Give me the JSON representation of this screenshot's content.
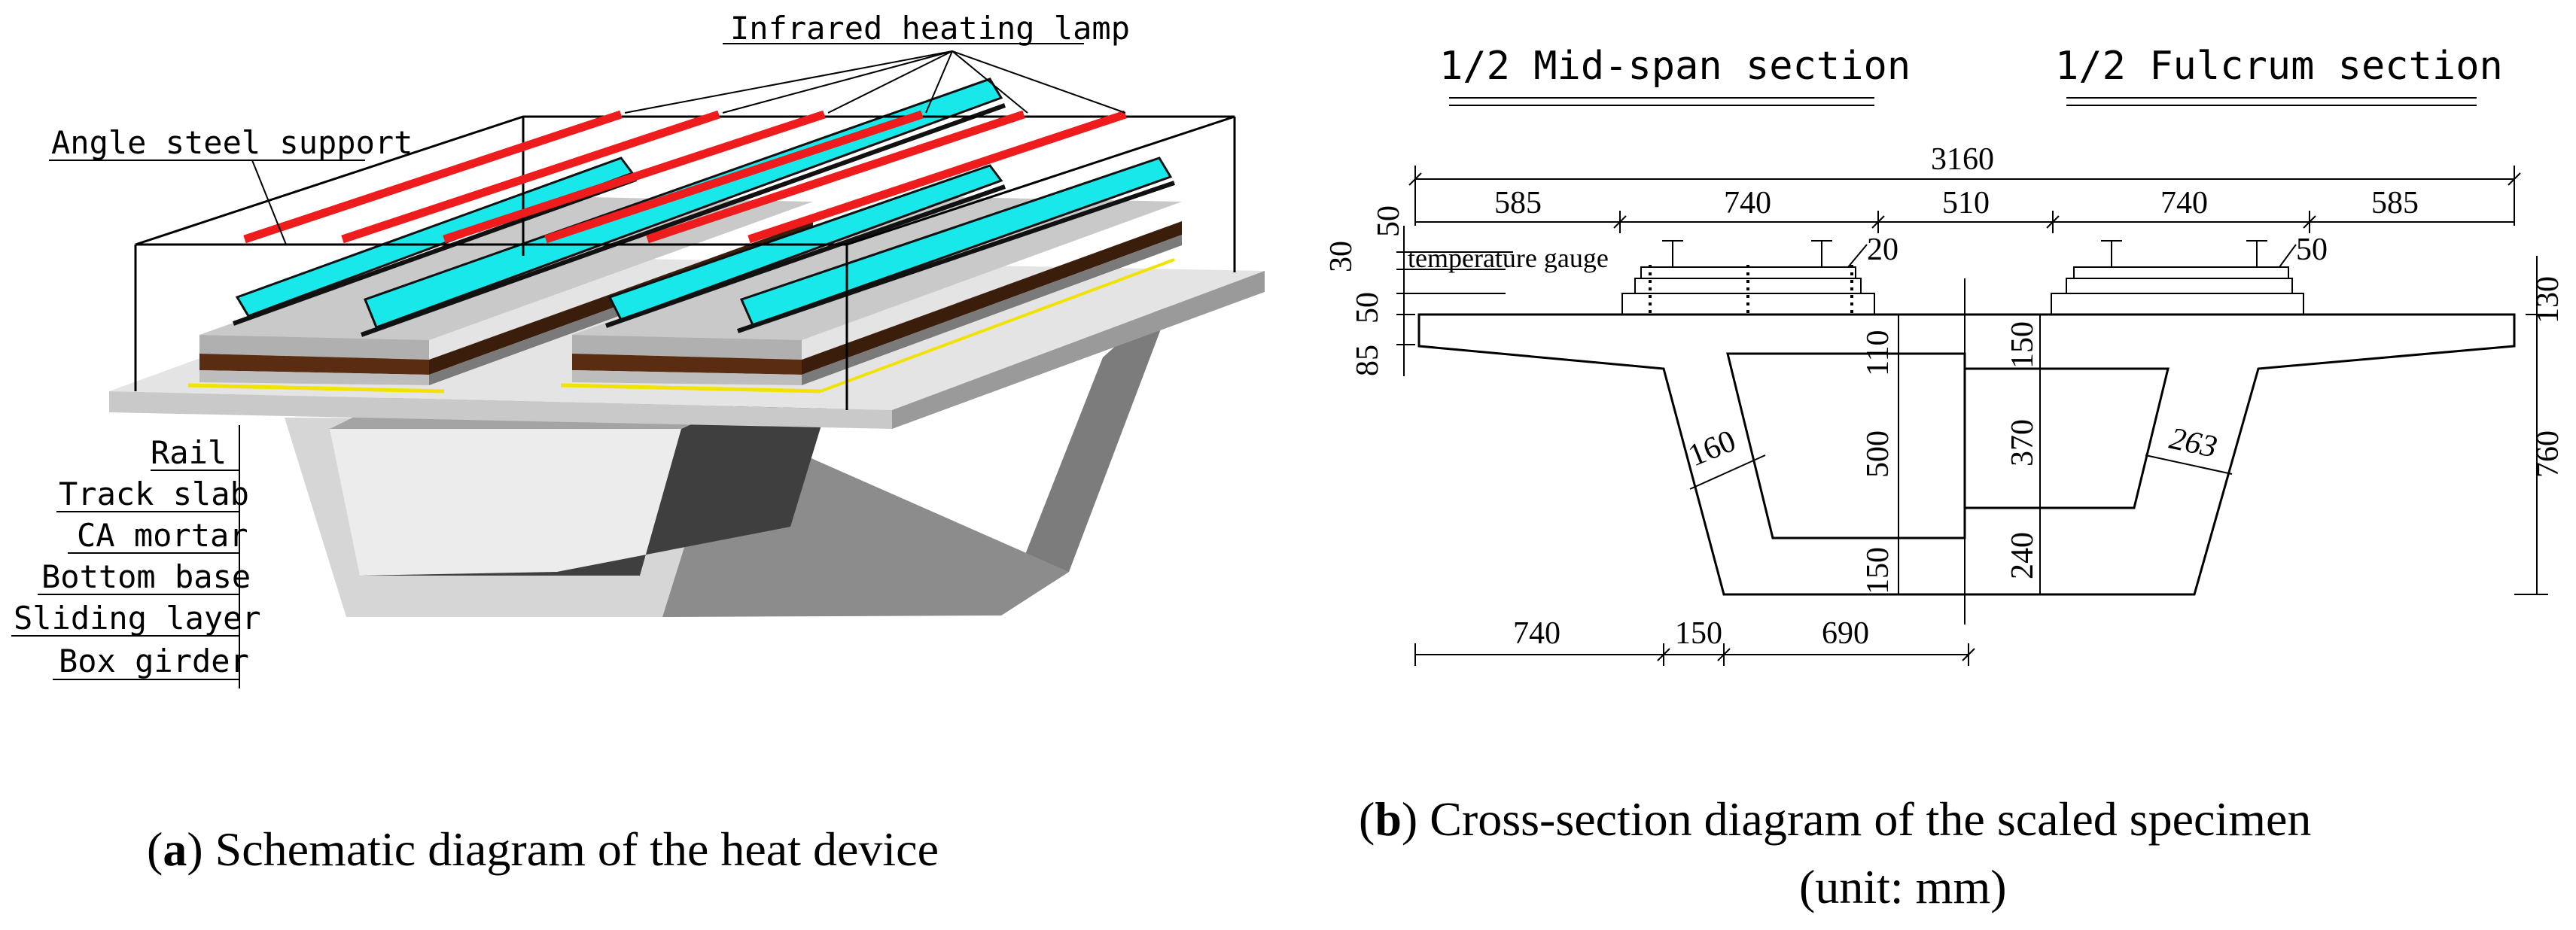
{
  "left_panel": {
    "top_label": "Infrared heating lamp",
    "support_label": "Angle steel support",
    "layers": [
      "Rail",
      "Track slab",
      "CA mortar",
      "Bottom base",
      "Sliding layer",
      "Box girder"
    ],
    "caption_letter": "a",
    "caption_text": ") Schematic diagram of the heat device",
    "colors": {
      "lamp": "#ee1c1c",
      "rail": "#19e8ea",
      "mortar": "#5a2d12",
      "slab": "#bdbdbd",
      "girder_light": "#d9d9d9",
      "girder_dark": "#7c7c7c",
      "sliding": "#f2e200"
    }
  },
  "right_panel": {
    "title_left": "1/2 Mid-span section",
    "title_right": "1/2 Fulcrum section",
    "gauge_label": "temperature gauge",
    "dims": {
      "total": "3160",
      "top_1": "585",
      "top_2": "740",
      "top_3": "510",
      "top_4": "740",
      "top_5": "585",
      "left_50a": "50",
      "left_30": "30",
      "left_50b": "50",
      "left_85": "85",
      "d20": "20",
      "d50": "50",
      "right_130": "130",
      "right_760": "760",
      "web_160": "160",
      "web_263": "263",
      "mid_110": "110",
      "mid_500": "500",
      "mid_150": "150",
      "ful_150": "150",
      "ful_370": "370",
      "ful_240": "240",
      "bot_740": "740",
      "bot_150": "150",
      "bot_690": "690"
    },
    "caption_letter": "b",
    "caption_line1": ") Cross-section diagram of the scaled specimen",
    "caption_line2": "(unit: mm)"
  }
}
